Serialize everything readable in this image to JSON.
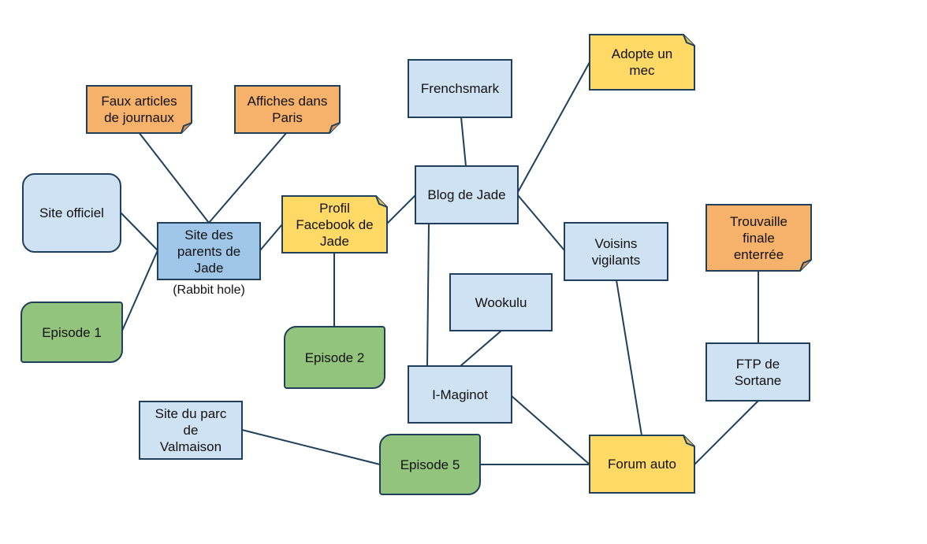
{
  "nodes": {
    "site_officiel": "Site officiel",
    "episode1": "Episode 1",
    "site_parents": "Site des\nparents de\nJade",
    "rabbit_hole": "(Rabbit hole)",
    "faux_articles": "Faux articles\nde journaux",
    "affiches": "Affiches dans\nParis",
    "profil_facebook": "Profil\nFacebook de\nJade",
    "episode2": "Episode 2",
    "frenchsmark": "Frenchsmark",
    "blog_jade": "Blog de Jade",
    "adopte": "Adopte un\nmec",
    "voisins": "Voisins\nvigilants",
    "wookulu": "Wookulu",
    "imaginot": "I-Maginot",
    "trouvaille": "Trouvaille\nfinale\nenterrée",
    "ftp": "FTP de\nSortane",
    "site_parc": "Site du parc\nde\nValmaison",
    "episode5": "Episode 5",
    "forum": "Forum auto"
  },
  "colors": {
    "stroke": "#1f3f5b",
    "blue": "#cfe2f3",
    "midblue": "#9fc5e8",
    "green": "#93c47d",
    "yellow": "#ffd966",
    "orange": "#f6b26b"
  }
}
